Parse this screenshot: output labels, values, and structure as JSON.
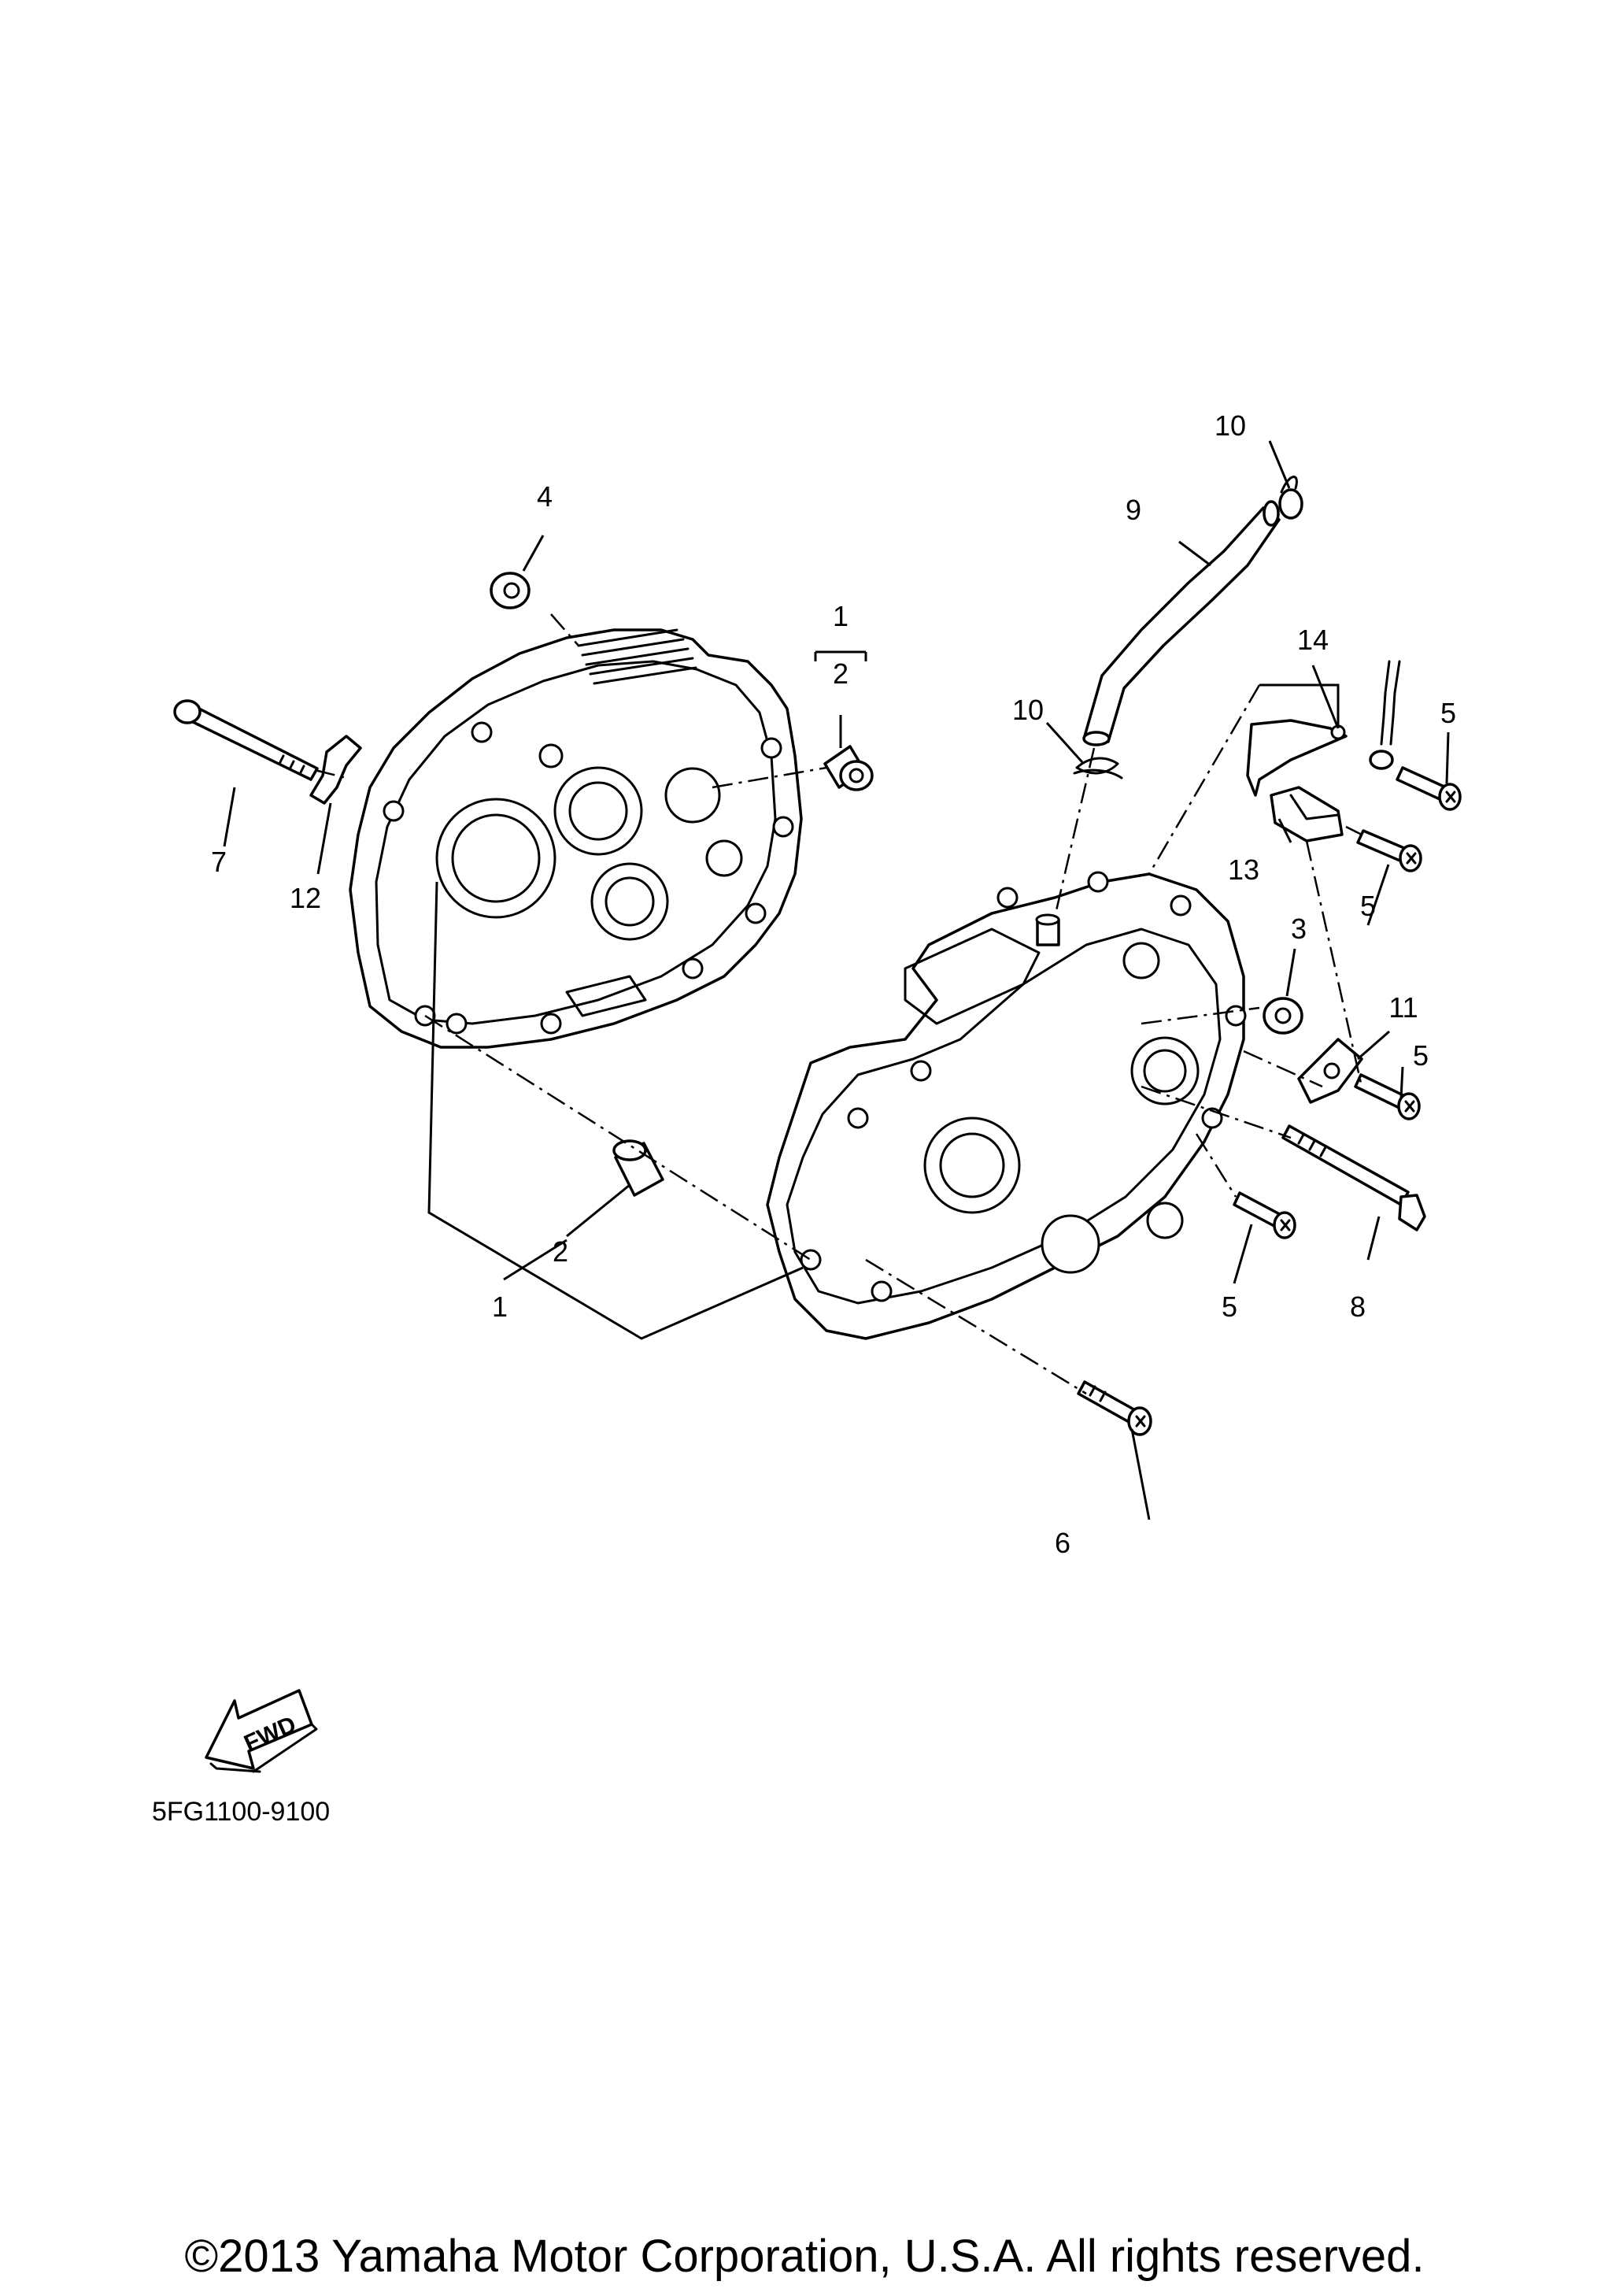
{
  "diagram": {
    "callouts": {
      "c1_top": "1",
      "c2_top": "2",
      "c1_bottom": "1",
      "c2_bottom": "2",
      "c3": "3",
      "c4": "4",
      "c5_a": "5",
      "c5_b": "5",
      "c5_c": "5",
      "c5_d": "5",
      "c6": "6",
      "c7": "7",
      "c8": "8",
      "c9": "9",
      "c10_top": "10",
      "c10_mid": "10",
      "c11": "11",
      "c12": "12",
      "c13": "13",
      "c14": "14"
    },
    "fwd_label": "FWD",
    "part_code": "5FG1100-9100",
    "copyright": "©2013 Yamaha Motor Corporation, U.S.A. All rights reserved."
  }
}
